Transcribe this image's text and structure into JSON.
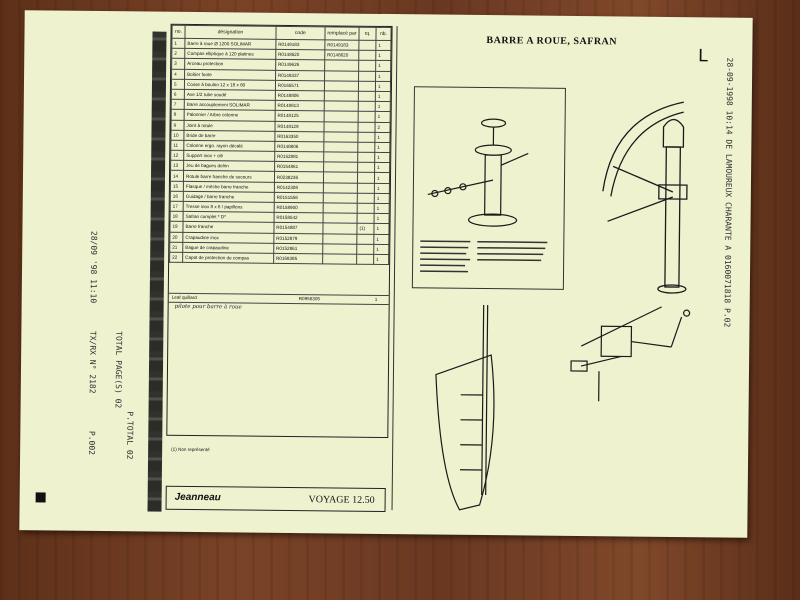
{
  "document": {
    "header_title": "BARRE A ROUE, SAFRAN",
    "corner_mark": "L",
    "brand": "Jeanneau",
    "model": "VOYAGE 12.50",
    "table_headers": [
      "no.",
      "désignation",
      "code",
      "remplacé par",
      "rq.",
      "nb."
    ],
    "rows": [
      {
        "no": "1",
        "name": "Barre à roue Ø 1200 SOLIMAR",
        "code": "R0149183",
        "par": "R0149183",
        "rq": "",
        "nb": "1"
      },
      {
        "no": "2",
        "name": "Compas elliptique à 120 platines",
        "code": "R0148620",
        "par": "R0148620",
        "rq": "",
        "nb": "1"
      },
      {
        "no": "3",
        "name": "Arceau protection",
        "code": "R0149626",
        "par": "",
        "rq": "",
        "nb": "1"
      },
      {
        "no": "4",
        "name": "Boîtier fonte",
        "code": "R0148337",
        "par": "",
        "rq": "",
        "nb": "1"
      },
      {
        "no": "5",
        "name": "Cosse à boulon 12 x 18 x 80",
        "code": "R0165571",
        "par": "",
        "rq": "",
        "nb": "1"
      },
      {
        "no": "6",
        "name": "Axe 1/2 tube soudé",
        "code": "R0148806",
        "par": "",
        "rq": "",
        "nb": "1"
      },
      {
        "no": "7",
        "name": "Barre accouplement SOLIMAR",
        "code": "R0148813",
        "par": "",
        "rq": "",
        "nb": "1"
      },
      {
        "no": "8",
        "name": "Palonnier / Arbre colonne",
        "code": "R0148125",
        "par": "",
        "rq": "",
        "nb": "1"
      },
      {
        "no": "9",
        "name": "Joint à rotule",
        "code": "R0148129",
        "par": "",
        "rq": "",
        "nb": "2"
      },
      {
        "no": "10",
        "name": "Bride de barre",
        "code": "R0163350",
        "par": "",
        "rq": "",
        "nb": "1"
      },
      {
        "no": "11",
        "name": "Colonne ergo. rayon décalé",
        "code": "R0148806",
        "par": "",
        "rq": "",
        "nb": "1"
      },
      {
        "no": "12",
        "name": "Support inox + clé",
        "code": "R0152881",
        "par": "",
        "rq": "",
        "nb": "1"
      },
      {
        "no": "13",
        "name": "Jeu de bagues delrin",
        "code": "R0154861",
        "par": "",
        "rq": "",
        "nb": "1"
      },
      {
        "no": "14",
        "name": "Rotule barre franche de secours",
        "code": "R0238236",
        "par": "",
        "rq": "",
        "nb": "1"
      },
      {
        "no": "15",
        "name": "Flasque / mèche barre franche",
        "code": "R0142308",
        "par": "",
        "rq": "",
        "nb": "1"
      },
      {
        "no": "16",
        "name": "Guidage / barre franche",
        "code": "R0151556",
        "par": "",
        "rq": "",
        "nb": "1"
      },
      {
        "no": "17",
        "name": "Tresse inox 8 x 6 / papillons",
        "code": "R0158900",
        "par": "",
        "rq": "",
        "nb": "1"
      },
      {
        "no": "18",
        "name": "Safran complet * D*",
        "code": "R0158542",
        "par": "",
        "rq": "",
        "nb": "1"
      },
      {
        "no": "19",
        "name": "Barre franche",
        "code": "R0154887",
        "par": "",
        "rq": "(1)",
        "nb": "1"
      },
      {
        "no": "20",
        "name": "Crapaudine inox",
        "code": "R0152879",
        "par": "",
        "rq": "",
        "nb": "1"
      },
      {
        "no": "21",
        "name": "Bague de crapaudine",
        "code": "R0152861",
        "par": "",
        "rq": "",
        "nb": "1"
      },
      {
        "no": "22",
        "name": "Capot de protection de compas",
        "code": "R0168385",
        "par": "",
        "rq": "",
        "nb": "1"
      }
    ],
    "extra_rows": [
      {
        "name": "Leaf quillard",
        "code": "R0956305",
        "nb": "1"
      },
      {
        "name": "pilote pour barre à roue",
        "code": "",
        "nb": ""
      }
    ],
    "footnote": "(1) Non représenté",
    "fax_left": [
      "28/09 '98 11:10",
      "TX/RX N° 2182",
      "P.002"
    ],
    "fax_left2": [
      "P.TOTAL 02",
      "TOTAL PAGE(S) 02"
    ],
    "fax_right": [
      "28-09-1998  10:14  DE  LAMOUREUX CHARANTE  A  0160071818  P.02"
    ],
    "diagram_colors": {
      "ink": "#1a1a1a",
      "paper": "#eef2cf"
    }
  }
}
